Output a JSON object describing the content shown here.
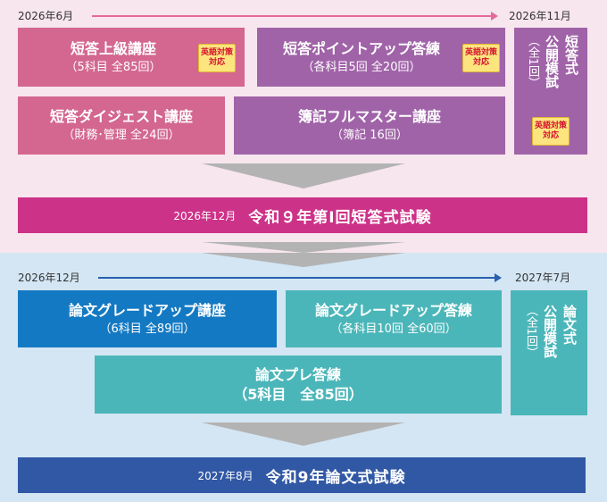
{
  "colors": {
    "pink_box": "#d3678f",
    "purple_box": "#a063a8",
    "magenta_banner": "#cc3288",
    "blue_box": "#1479c3",
    "teal_box": "#4bb6b9",
    "navy_banner": "#3158a5",
    "funnel": "#b3b3b3",
    "pink_arrow": "#e5699a",
    "blue_arrow": "#2a60ae"
  },
  "top": {
    "start_date": "2026年6月",
    "end_date": "2026年11月",
    "boxes": [
      {
        "title": "短答上級講座",
        "sub": "（5科目 全85回）"
      },
      {
        "title": "短答ポイントアップ答練",
        "sub": "（各科目5回 全20回）"
      },
      {
        "title": "短答ダイジェスト講座",
        "sub": "（財務･管理 全24回）"
      },
      {
        "title": "簿記フルマスター講座",
        "sub": "（簿記 16回）"
      }
    ],
    "badge_line1": "英語対策",
    "badge_line2": "対応",
    "side": {
      "col_a": "短答式",
      "col_b": "公開模試",
      "col_c": "（全1回）"
    },
    "banner_date": "2026年12月",
    "banner_title": "令和９年第Ⅰ回短答式試験"
  },
  "bottom": {
    "start_date": "2026年12月",
    "end_date": "2027年7月",
    "boxes": [
      {
        "title": "論文グレードアップ講座",
        "sub": "（6科目 全89回）"
      },
      {
        "title": "論文グレードアップ答練",
        "sub": "（各科目10回 全60回）"
      },
      {
        "title": "論文プレ答練",
        "sub": "（5科目　全85回）"
      }
    ],
    "side": {
      "col_a": "論文式",
      "col_b": "公開模試",
      "col_c": "（全1回）"
    },
    "banner_date": "2027年8月",
    "banner_title": "令和9年論文式試験"
  }
}
